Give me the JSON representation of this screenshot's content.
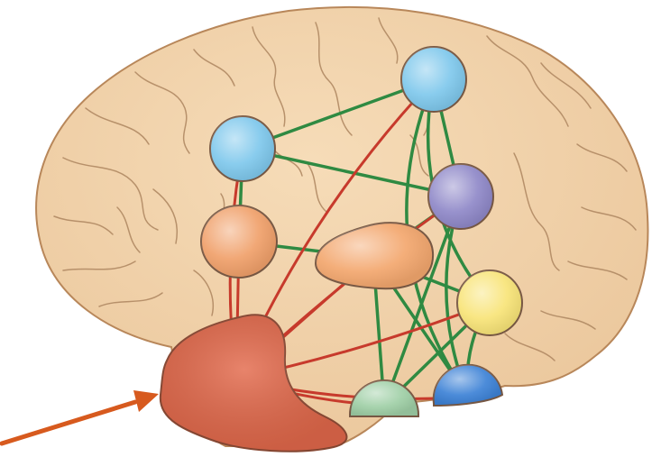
{
  "diagram": {
    "subject": "brain-network",
    "colors": {
      "background": "#ffffff",
      "brain_fill": "#f2d3ab",
      "brain_outline": "#b8875a",
      "sulci": "#b18a64",
      "edge_green": "#2f8a42",
      "edge_red": "#c73a2c",
      "node_outline": "#7a5a45",
      "arrow": "#d75a1e"
    },
    "nodes": [
      {
        "id": "blue-top",
        "color": "#7fc8ec",
        "shape": "circle"
      },
      {
        "id": "blue-left",
        "color": "#7fc8ec",
        "shape": "circle"
      },
      {
        "id": "purple",
        "color": "#8f88c8",
        "shape": "circle"
      },
      {
        "id": "orange-left",
        "color": "#f0a06a",
        "shape": "circle"
      },
      {
        "id": "orange-center",
        "color": "#f3a76e",
        "shape": "teardrop"
      },
      {
        "id": "yellow",
        "color": "#f8e478",
        "shape": "circle"
      },
      {
        "id": "green-bottom",
        "color": "#9fcfa6",
        "shape": "circle"
      },
      {
        "id": "blue-bottom",
        "color": "#3d82d6",
        "shape": "circle"
      },
      {
        "id": "red-hub",
        "color": "#e3694b",
        "shape": "blob"
      }
    ],
    "edges_green": [
      [
        "blue-left",
        "blue-top"
      ],
      [
        "blue-left",
        "purple"
      ],
      [
        "blue-left",
        "orange-left"
      ],
      [
        "blue-top",
        "purple"
      ],
      [
        "blue-top",
        "yellow"
      ],
      [
        "blue-top",
        "blue-bottom"
      ],
      [
        "purple",
        "green-bottom"
      ],
      [
        "purple",
        "blue-bottom"
      ],
      [
        "orange-left",
        "orange-center"
      ],
      [
        "orange-center",
        "purple"
      ],
      [
        "orange-center",
        "yellow"
      ],
      [
        "yellow",
        "blue-bottom"
      ],
      [
        "yellow",
        "green-bottom"
      ],
      [
        "orange-center",
        "green-bottom"
      ],
      [
        "orange-center",
        "blue-bottom"
      ]
    ],
    "edges_red": [
      [
        "red-hub",
        "blue-left"
      ],
      [
        "red-hub",
        "blue-top"
      ],
      [
        "red-hub",
        "orange-left"
      ],
      [
        "red-hub",
        "orange-center"
      ],
      [
        "red-hub",
        "purple"
      ],
      [
        "red-hub",
        "yellow"
      ],
      [
        "red-hub",
        "green-bottom"
      ],
      [
        "red-hub",
        "blue-bottom"
      ]
    ],
    "pointer": {
      "target": "red-hub",
      "icon": "arrow-icon"
    }
  }
}
